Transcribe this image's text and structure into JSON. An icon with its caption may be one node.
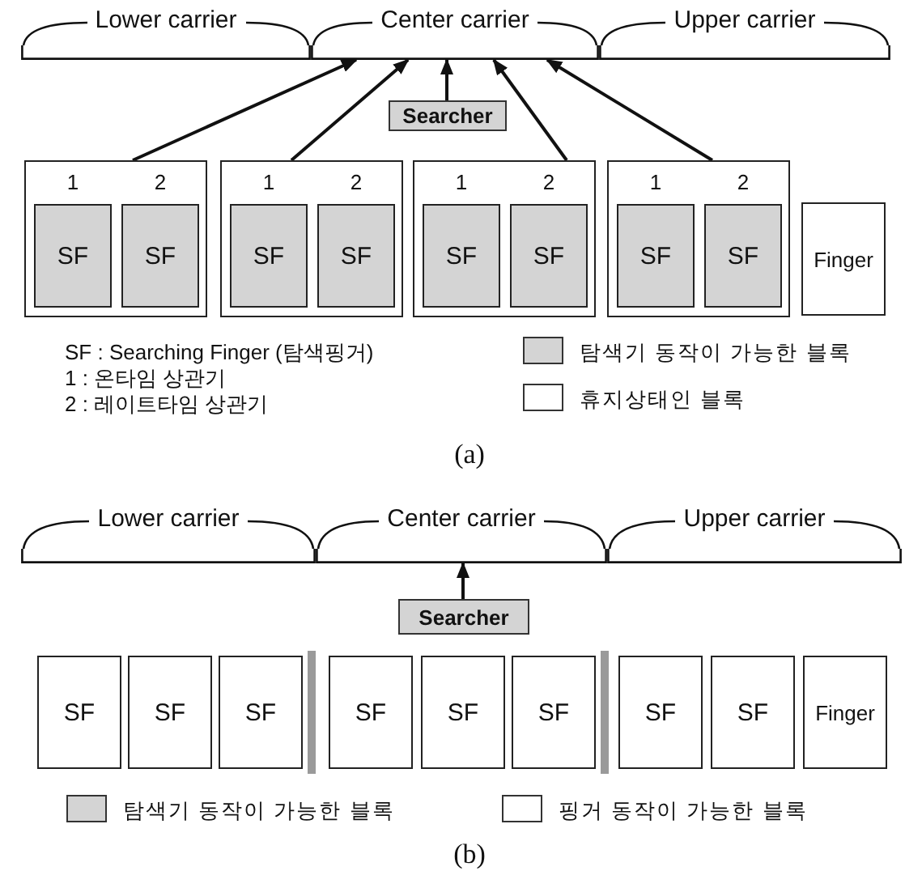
{
  "diagram": {
    "nodes": [
      {
        "text": [
          "Lower carrier"
        ]
      },
      {
        "text": [
          "Center carrier"
        ]
      },
      {
        "text": [
          "Upper carrier"
        ]
      },
      {
        "text": [
          "Searcher"
        ]
      },
      {
        "text": [
          "1",
          "2"
        ]
      },
      {
        "text": [
          "SF"
        ],
        "in": 4
      },
      {
        "text": [
          "SF"
        ],
        "in": 4
      },
      {
        "text": [
          "1",
          "2"
        ]
      },
      {
        "text": [
          "SF"
        ],
        "in": 7
      },
      {
        "text": [
          "SF"
        ],
        "in": 7
      },
      {
        "text": [
          "1",
          "2"
        ]
      },
      {
        "text": [
          "SF"
        ],
        "in": 10
      },
      {
        "text": [
          "SF"
        ],
        "in": 10
      },
      {
        "text": [
          "1",
          "2"
        ]
      },
      {
        "text": [
          "SF"
        ],
        "in": 13
      },
      {
        "text": [
          "SF"
        ],
        "in": 13
      },
      {
        "text": [
          "Finger"
        ]
      },
      {
        "text": [
          "Lower carrier"
        ]
      },
      {
        "text": [
          "Center carrier"
        ]
      },
      {
        "text": [
          "Upper carrier"
        ]
      },
      {
        "text": [
          "Searcher"
        ]
      },
      {
        "text": [
          "SF"
        ]
      },
      {
        "text": [
          "SF"
        ]
      },
      {
        "text": [
          "SF"
        ]
      },
      {
        "text": [
          "SF"
        ]
      },
      {
        "text": [
          "SF"
        ]
      },
      {
        "text": [
          "SF"
        ]
      },
      {
        "text": [
          "SF"
        ]
      },
      {
        "text": [
          "SF"
        ]
      },
      {
        "text": [
          "Finger"
        ]
      }
    ],
    "edges": [
      {
        "from": 4,
        "to": 1,
        "arrow": "to"
      },
      {
        "from": 7,
        "to": 1,
        "arrow": "to"
      },
      {
        "from": 3,
        "to": 1,
        "arrow": "to"
      },
      {
        "from": 10,
        "to": 1,
        "arrow": "to"
      },
      {
        "from": 13,
        "to": 1,
        "arrow": "to"
      },
      {
        "from": 20,
        "to": 18,
        "arrow": "to"
      }
    ],
    "labels": [
      "SF : Searching Finger (탐색핑거)",
      "1 : 온타임 상관기",
      "2 : 레이트타임 상관기",
      "(a)",
      "(b)"
    ],
    "legend": [
      {
        "text": "탐색기 동작이 가능한 블록",
        "color": "#d4d4d4"
      },
      {
        "text": "휴지상태인 블록",
        "color": "#ffffff"
      },
      {
        "text": "탐색기 동작이 가능한 블록",
        "color": "#d4d4d4"
      },
      {
        "text": "핑거 동작이 가능한 블록",
        "color": "#ffffff"
      }
    ]
  }
}
